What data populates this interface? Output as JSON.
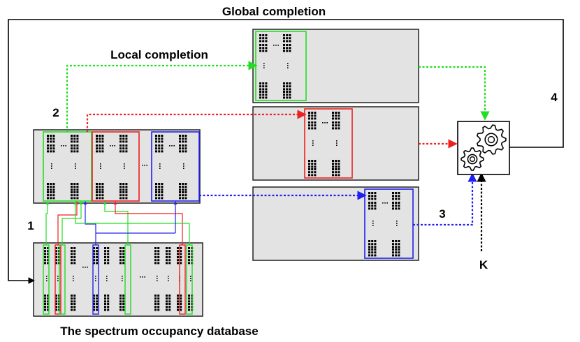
{
  "labels": {
    "global_completion": "Global completion",
    "local_completion": "Local completion",
    "database_caption": "The spectrum occupancy database",
    "step_1": "1",
    "step_2": "2",
    "step_3": "3",
    "step_4": "4",
    "k": "K"
  },
  "colors": {
    "green": "#22dd22",
    "red": "#ee2020",
    "blue": "#2020ee",
    "black": "#000000",
    "panel_fill": "#e3e3e3",
    "panel_stroke": "#222222"
  },
  "icons": {
    "processor": "gears-icon"
  }
}
